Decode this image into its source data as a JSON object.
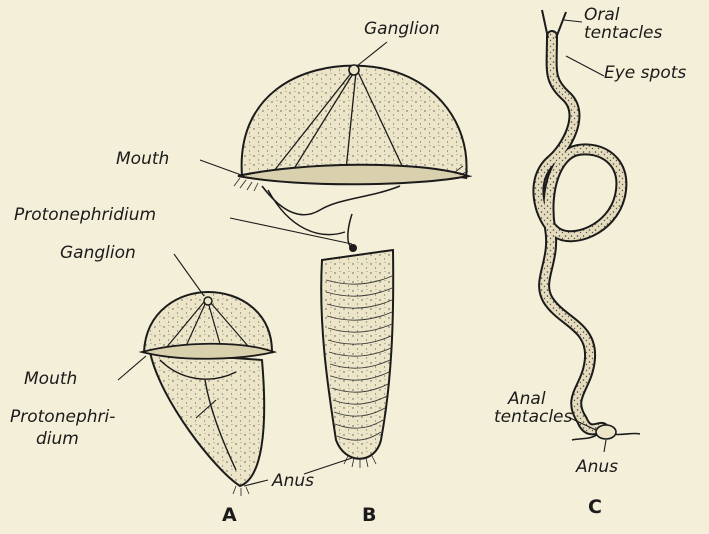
{
  "figure": {
    "panel_a": {
      "letter": "A",
      "labels": {
        "ganglion": "Ganglion",
        "mouth": "Mouth",
        "protonephridium_line1": "Protonephri-",
        "protonephridium_line2": "dium",
        "anus": "Anus"
      }
    },
    "panel_b": {
      "letter": "B",
      "labels": {
        "ganglion": "Ganglion",
        "mouth": "Mouth",
        "protonephridium": "Protonephridium"
      }
    },
    "panel_c": {
      "letter": "C",
      "labels": {
        "oral_line1": "Oral",
        "oral_line2": "tentacles",
        "eye_spots": "Eye spots",
        "anal_line1": "Anal",
        "anal_line2": "tentacles",
        "anus": "Anus"
      }
    }
  },
  "colors": {
    "ink": "#1b1b1b",
    "paper": "#f3efd9",
    "body_fill": "#ece5c8"
  }
}
